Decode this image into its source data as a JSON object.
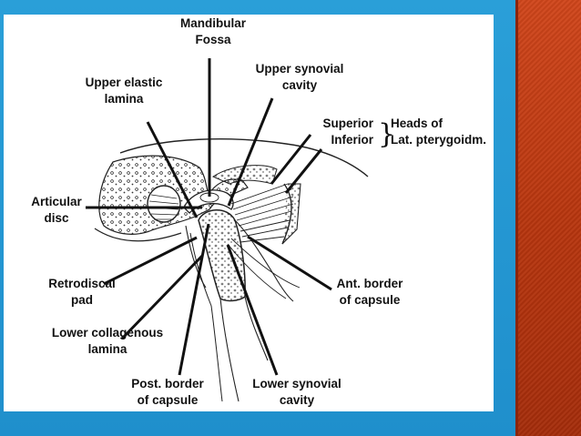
{
  "colors": {
    "background": "#2a9fd8",
    "side_bar": "#c0401a",
    "figure_bg": "#ffffff",
    "ink": "#111111"
  },
  "labels": {
    "mandibular_fossa": [
      "Mandibular",
      "Fossa"
    ],
    "upper_synovial_cavity": [
      "Upper synovial",
      "cavity"
    ],
    "upper_elastic_lamina": [
      "Upper elastic",
      "lamina"
    ],
    "superior": "Superior",
    "inferior": "Inferior",
    "heads_of": [
      "Heads of",
      "Lat. pterygoidm."
    ],
    "articular_disc": [
      "Articular",
      "disc"
    ],
    "retrodiscal_pad": [
      "Retrodiscal",
      "pad"
    ],
    "ant_border_capsule": [
      "Ant. border",
      "of capsule"
    ],
    "lower_collagenous_lamina": [
      "Lower collagenous",
      "lamina"
    ],
    "post_border_capsule": [
      "Post. border",
      "of capsule"
    ],
    "lower_synovial_cavity": [
      "Lower synovial",
      "cavity"
    ]
  }
}
